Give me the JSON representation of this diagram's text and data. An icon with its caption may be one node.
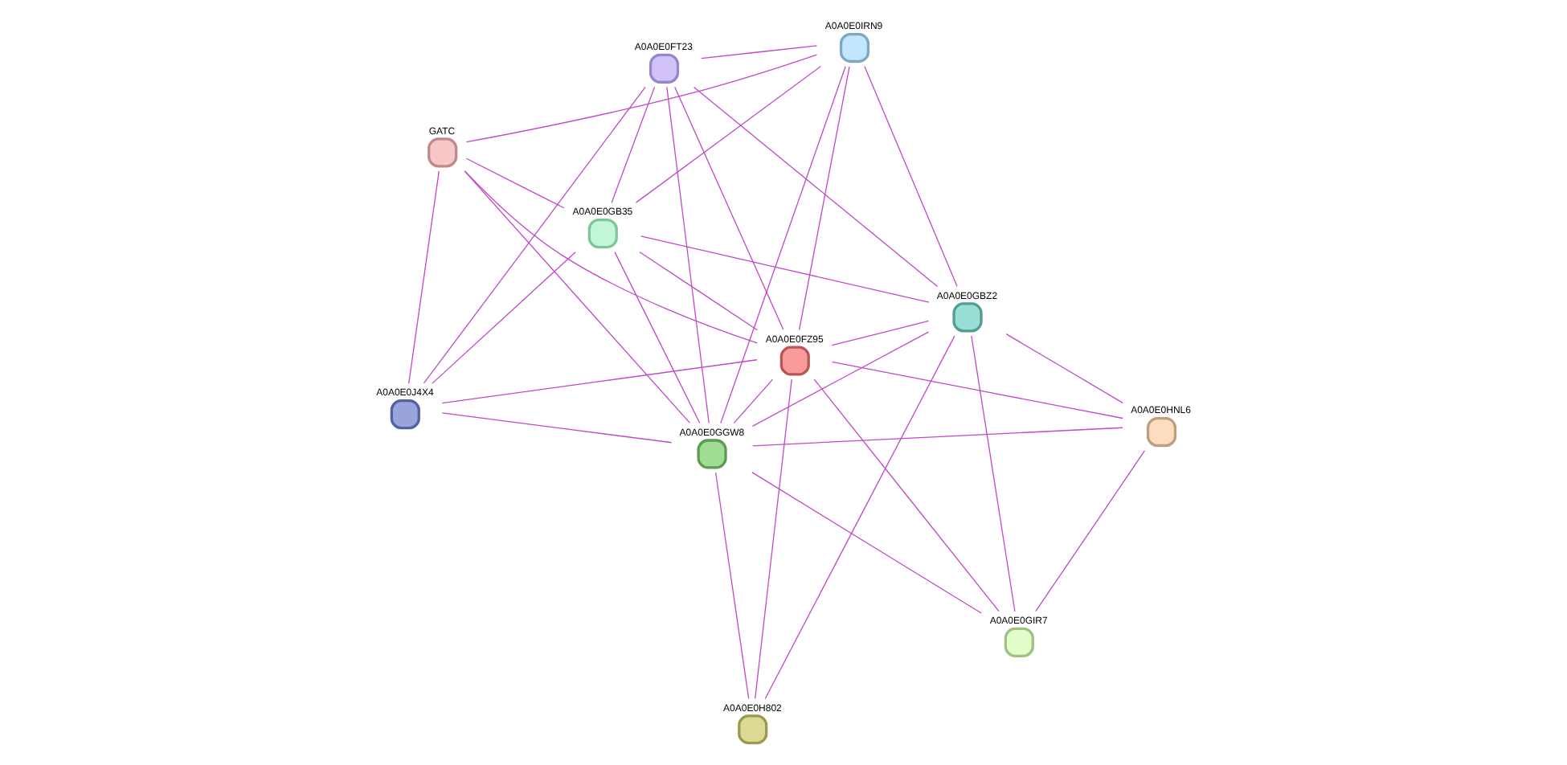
{
  "diagram": {
    "nodes": [
      {
        "text": [],
        "shape": "circle",
        "beside": [
          "GATC"
        ]
      },
      {
        "text": [],
        "shape": "circle",
        "beside": [
          "A0A0E0IRN9"
        ]
      },
      {
        "text": [],
        "shape": "circle",
        "beside": [
          "A0A0E0J4X4"
        ]
      },
      {
        "text": [],
        "shape": "circle",
        "beside": [
          "A0A0E0GB35"
        ]
      },
      {
        "text": [],
        "shape": "circle",
        "beside": [
          "A0A0E0FT23"
        ]
      },
      {
        "text": [],
        "shape": "circle",
        "beside": [
          "A0A0E0FZ95"
        ]
      },
      {
        "text": [],
        "shape": "circle",
        "beside": [
          "A0A0E0GGW8"
        ]
      },
      {
        "text": [],
        "shape": "circle",
        "beside": [
          "A0A0E0HNL6"
        ]
      },
      {
        "text": [],
        "shape": "circle",
        "beside": [
          "A0A0E0GBZ2"
        ]
      },
      {
        "text": [],
        "shape": "circle",
        "beside": [
          "A0A0E0H802"
        ]
      },
      {
        "text": [],
        "shape": "circle",
        "beside": [
          "A0A0E0GIR7"
        ]
      }
    ],
    "edges": [
      {
        "from": 0,
        "to": 1,
        "arrow": "none"
      },
      {
        "from": 0,
        "to": 2,
        "arrow": "none"
      },
      {
        "from": 0,
        "to": 3,
        "arrow": "none"
      },
      {
        "from": 0,
        "to": 5,
        "arrow": "none"
      },
      {
        "from": 0,
        "to": 6,
        "arrow": "none"
      },
      {
        "from": 1,
        "to": 3,
        "arrow": "none"
      },
      {
        "from": 1,
        "to": 4,
        "arrow": "none"
      },
      {
        "from": 1,
        "to": 5,
        "arrow": "none"
      },
      {
        "from": 1,
        "to": 6,
        "arrow": "none"
      },
      {
        "from": 1,
        "to": 8,
        "arrow": "none"
      },
      {
        "from": 2,
        "to": 3,
        "arrow": "none"
      },
      {
        "from": 2,
        "to": 4,
        "arrow": "none"
      },
      {
        "from": 2,
        "to": 5,
        "arrow": "none"
      },
      {
        "from": 2,
        "to": 6,
        "arrow": "none"
      },
      {
        "from": 3,
        "to": 4,
        "arrow": "none"
      },
      {
        "from": 3,
        "to": 5,
        "arrow": "none"
      },
      {
        "from": 3,
        "to": 6,
        "arrow": "none"
      },
      {
        "from": 3,
        "to": 8,
        "arrow": "none"
      },
      {
        "from": 4,
        "to": 5,
        "arrow": "none"
      },
      {
        "from": 4,
        "to": 6,
        "arrow": "none"
      },
      {
        "from": 4,
        "to": 8,
        "arrow": "none"
      },
      {
        "from": 5,
        "to": 6,
        "arrow": "none"
      },
      {
        "from": 5,
        "to": 7,
        "arrow": "none"
      },
      {
        "from": 5,
        "to": 8,
        "arrow": "none"
      },
      {
        "from": 5,
        "to": 9,
        "arrow": "none"
      },
      {
        "from": 5,
        "to": 10,
        "arrow": "none"
      },
      {
        "from": 6,
        "to": 7,
        "arrow": "none"
      },
      {
        "from": 6,
        "to": 8,
        "arrow": "none"
      },
      {
        "from": 6,
        "to": 9,
        "arrow": "none"
      },
      {
        "from": 6,
        "to": 10,
        "arrow": "none"
      },
      {
        "from": 7,
        "to": 8,
        "arrow": "none"
      },
      {
        "from": 7,
        "to": 10,
        "arrow": "none"
      },
      {
        "from": 8,
        "to": 9,
        "arrow": "none"
      },
      {
        "from": 8,
        "to": 10,
        "arrow": "none"
      }
    ]
  }
}
